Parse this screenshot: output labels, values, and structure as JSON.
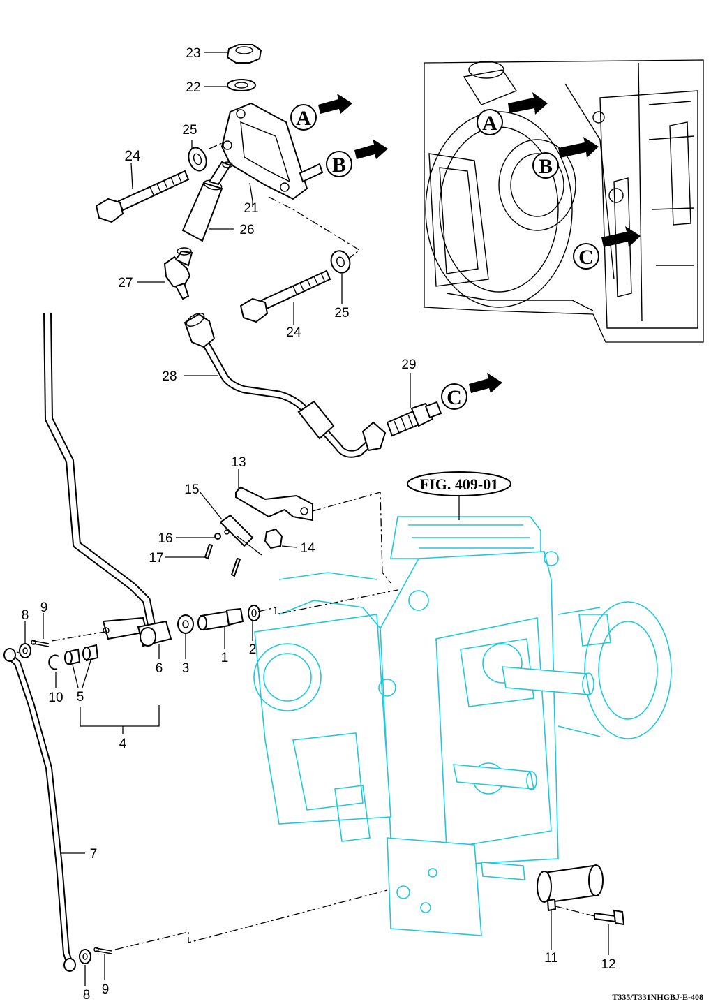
{
  "figure_reference": "FIG. 409-01",
  "drawing_code": "T335/T331NHGBJ-E-408",
  "callouts": {
    "A": "A",
    "B": "B",
    "C": "C"
  },
  "part_numbers": [
    {
      "id": "p23",
      "text": "23"
    },
    {
      "id": "p22",
      "text": "22"
    },
    {
      "id": "p25a",
      "text": "25"
    },
    {
      "id": "p24a",
      "text": "24"
    },
    {
      "id": "p21",
      "text": "21"
    },
    {
      "id": "p26",
      "text": "26"
    },
    {
      "id": "p27",
      "text": "27"
    },
    {
      "id": "p24b",
      "text": "24"
    },
    {
      "id": "p25b",
      "text": "25"
    },
    {
      "id": "p28",
      "text": "28"
    },
    {
      "id": "p29",
      "text": "29"
    },
    {
      "id": "p13",
      "text": "13"
    },
    {
      "id": "p15",
      "text": "15"
    },
    {
      "id": "p16",
      "text": "16"
    },
    {
      "id": "p14",
      "text": "14"
    },
    {
      "id": "p17",
      "text": "17"
    },
    {
      "id": "p8a",
      "text": "8"
    },
    {
      "id": "p9a",
      "text": "9"
    },
    {
      "id": "p6",
      "text": "6"
    },
    {
      "id": "p3",
      "text": "3"
    },
    {
      "id": "p1",
      "text": "1"
    },
    {
      "id": "p2",
      "text": "2"
    },
    {
      "id": "p10",
      "text": "10"
    },
    {
      "id": "p5",
      "text": "5"
    },
    {
      "id": "p4",
      "text": "4"
    },
    {
      "id": "p7",
      "text": "7"
    },
    {
      "id": "p11",
      "text": "11"
    },
    {
      "id": "p12",
      "text": "12"
    },
    {
      "id": "p8b",
      "text": "8"
    },
    {
      "id": "p9b",
      "text": "9"
    }
  ]
}
